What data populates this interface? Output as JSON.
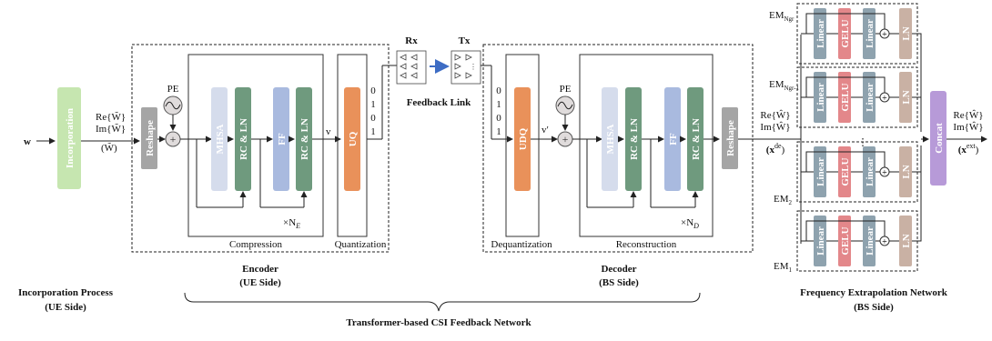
{
  "labels": {
    "w": "w",
    "incorporation": "Incorporation",
    "re_w": "Re{W̃}",
    "im_w": "Im{W̃}",
    "w_paren": "(W̃)",
    "reshape": "Reshape",
    "pe": "PE",
    "mhsa": "MHSA",
    "rcln": "RC & LN",
    "ff": "FF",
    "v": "v",
    "uq": "UQ",
    "bits": [
      "0",
      "1",
      "0",
      "1"
    ],
    "nE": "×N",
    "nE_sub": "E",
    "nD": "×N",
    "nD_sub": "D",
    "compression": "Compression",
    "quantization": "Quantization",
    "rx": "Rx",
    "tx": "Tx",
    "feedback_link": "Feedback Link",
    "udq": "UDQ",
    "v_prime": "v′",
    "dequantization": "Dequantization",
    "reconstruction": "Reconstruction",
    "encoder": "Encoder",
    "ue_side": "(UE Side)",
    "decoder": "Decoder",
    "bs_side": "(BS Side)",
    "incorporation_process": "Incorporation Process",
    "incorporation_side": "(UE Side)",
    "transformer_net": "Transformer-based CSI Feedback Network",
    "fen": "Frequency Extrapolation Network",
    "fen_side": "(BS Side)",
    "re_w2": "Re{Ŵ}",
    "im_w2": "Im{Ŵ}",
    "x_de": "(x",
    "x_de_sup": "de",
    "x_de_close": ")",
    "linear": "Linear",
    "gelu": "GELU",
    "ln": "LN",
    "concat": "Concat",
    "re_out": "Re{Ŵ}",
    "im_out": "Im{Ŵ}",
    "x_ext": "(x",
    "x_ext_sup": "ext",
    "x_ext_close": ")",
    "em_top": "EM",
    "em_top_sub": "Ngr",
    "em_second": "EM",
    "em_second_sub": "Ngr-1",
    "em_2": "EM",
    "em_2_sub": "2",
    "em_1": "EM",
    "em_1_sub": "1",
    "vdots": "⋮"
  },
  "colors": {
    "incorporation": "#c6e6b0",
    "reshape": "#a5a5a5",
    "mhsa": "#d5dcec",
    "rcln": "#6f9a7e",
    "ff": "#a9badf",
    "uq": "#e9915a",
    "linear": "#8ea2ae",
    "gelu": "#e3878a",
    "ln": "#c9b1a4",
    "concat": "#b79ad8",
    "arrow_blue": "#3d6cc4"
  }
}
